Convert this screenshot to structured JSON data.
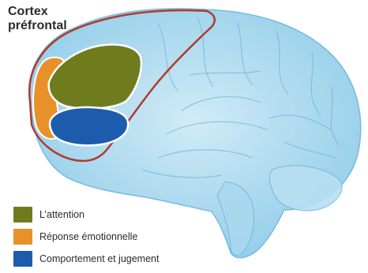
{
  "title": {
    "line1": "Cortex",
    "line2": "préfrontal"
  },
  "colors": {
    "attention": "#6f7c1e",
    "emotional": "#e8902a",
    "behavior": "#1d5cad",
    "outline": "#b23a2c",
    "brain": "#9fd3ec"
  },
  "legend": [
    {
      "label": "L’attention",
      "color": "#6f7c1e"
    },
    {
      "label": "Réponse émotionnelle",
      "color": "#e8902a"
    },
    {
      "label": "Comportement et jugement",
      "color": "#1d5cad"
    }
  ]
}
